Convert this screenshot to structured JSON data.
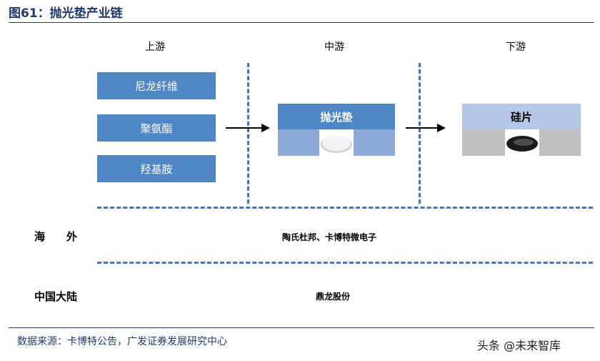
{
  "figure": {
    "title": "图61：抛光垫产业链"
  },
  "stages": {
    "upstream": "上游",
    "midstream": "中游",
    "downstream": "下游"
  },
  "upstream_materials": [
    "尼龙纤维",
    "聚氨酯",
    "羟基胺"
  ],
  "midstream_product": "抛光垫",
  "downstream_product": "硅片",
  "regions": [
    {
      "label": "海　　外",
      "companies": "陶氏杜邦、卡博特微电子"
    },
    {
      "label": "中国大陆",
      "companies": "鼎龙股份"
    }
  ],
  "footer": {
    "source": "数据来源：卡博特公告，广发证券发展研究中心",
    "watermark": "头条 @未来智库"
  },
  "colors": {
    "primary_blue": "#4f86c6",
    "light_blue": "#8eaadb",
    "dash_blue": "#4472c4",
    "gray": "#bfbfbf",
    "title_navy": "#1f3a6e"
  }
}
